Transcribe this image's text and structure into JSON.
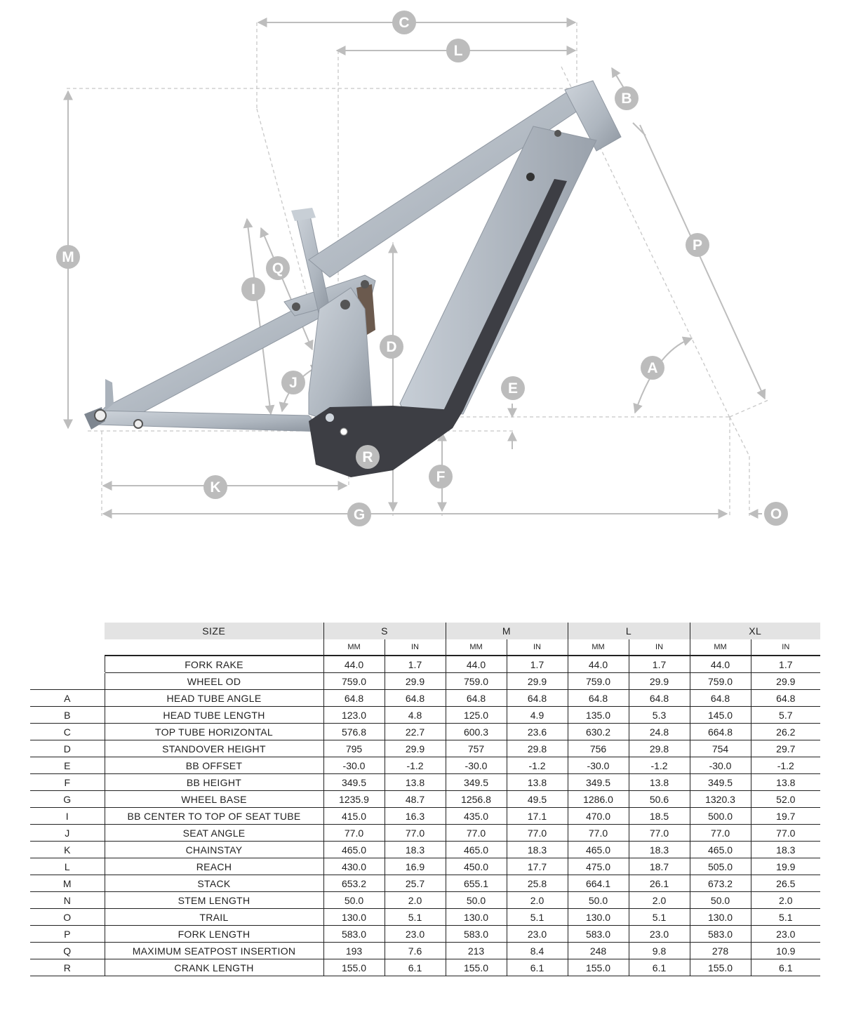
{
  "colors": {
    "frame": "#b7bec6",
    "frame_dark": "#3d3e44",
    "dimension_line": "#bdbdbd",
    "label_circle": "#bcbcbc",
    "table_header_bg": "#e3e3e3"
  },
  "diagram": {
    "labels": {
      "A": "A",
      "B": "B",
      "C": "C",
      "D": "D",
      "E": "E",
      "F": "F",
      "G": "G",
      "I": "I",
      "J": "J",
      "K": "K",
      "L": "L",
      "M": "M",
      "O": "O",
      "P": "P",
      "Q": "Q",
      "R": "R"
    }
  },
  "table": {
    "size_header": "SIZE",
    "sizes": [
      "S",
      "M",
      "L",
      "XL"
    ],
    "unit_mm": "MM",
    "unit_in": "IN",
    "rows": [
      {
        "letter": "",
        "name": "FORK RAKE",
        "values": [
          "44.0",
          "1.7",
          "44.0",
          "1.7",
          "44.0",
          "1.7",
          "44.0",
          "1.7"
        ]
      },
      {
        "letter": "",
        "name": "WHEEL OD",
        "values": [
          "759.0",
          "29.9",
          "759.0",
          "29.9",
          "759.0",
          "29.9",
          "759.0",
          "29.9"
        ]
      },
      {
        "letter": "A",
        "name": "HEAD TUBE ANGLE",
        "values": [
          "64.8",
          "64.8",
          "64.8",
          "64.8",
          "64.8",
          "64.8",
          "64.8",
          "64.8"
        ]
      },
      {
        "letter": "B",
        "name": "HEAD TUBE LENGTH",
        "values": [
          "123.0",
          "4.8",
          "125.0",
          "4.9",
          "135.0",
          "5.3",
          "145.0",
          "5.7"
        ]
      },
      {
        "letter": "C",
        "name": "TOP TUBE HORIZONTAL",
        "values": [
          "576.8",
          "22.7",
          "600.3",
          "23.6",
          "630.2",
          "24.8",
          "664.8",
          "26.2"
        ]
      },
      {
        "letter": "D",
        "name": "STANDOVER HEIGHT",
        "values": [
          "795",
          "29.9",
          "757",
          "29.8",
          "756",
          "29.8",
          "754",
          "29.7"
        ]
      },
      {
        "letter": "E",
        "name": "BB OFFSET",
        "values": [
          "-30.0",
          "-1.2",
          "-30.0",
          "-1.2",
          "-30.0",
          "-1.2",
          "-30.0",
          "-1.2"
        ]
      },
      {
        "letter": "F",
        "name": "BB HEIGHT",
        "values": [
          "349.5",
          "13.8",
          "349.5",
          "13.8",
          "349.5",
          "13.8",
          "349.5",
          "13.8"
        ]
      },
      {
        "letter": "G",
        "name": "WHEEL BASE",
        "values": [
          "1235.9",
          "48.7",
          "1256.8",
          "49.5",
          "1286.0",
          "50.6",
          "1320.3",
          "52.0"
        ]
      },
      {
        "letter": "I",
        "name": "BB CENTER TO TOP OF SEAT TUBE",
        "values": [
          "415.0",
          "16.3",
          "435.0",
          "17.1",
          "470.0",
          "18.5",
          "500.0",
          "19.7"
        ]
      },
      {
        "letter": "J",
        "name": "SEAT ANGLE",
        "values": [
          "77.0",
          "77.0",
          "77.0",
          "77.0",
          "77.0",
          "77.0",
          "77.0",
          "77.0"
        ]
      },
      {
        "letter": "K",
        "name": "CHAINSTAY",
        "values": [
          "465.0",
          "18.3",
          "465.0",
          "18.3",
          "465.0",
          "18.3",
          "465.0",
          "18.3"
        ]
      },
      {
        "letter": "L",
        "name": "REACH",
        "values": [
          "430.0",
          "16.9",
          "450.0",
          "17.7",
          "475.0",
          "18.7",
          "505.0",
          "19.9"
        ]
      },
      {
        "letter": "M",
        "name": "STACK",
        "values": [
          "653.2",
          "25.7",
          "655.1",
          "25.8",
          "664.1",
          "26.1",
          "673.2",
          "26.5"
        ]
      },
      {
        "letter": "N",
        "name": "STEM LENGTH",
        "values": [
          "50.0",
          "2.0",
          "50.0",
          "2.0",
          "50.0",
          "2.0",
          "50.0",
          "2.0"
        ]
      },
      {
        "letter": "O",
        "name": "TRAIL",
        "values": [
          "130.0",
          "5.1",
          "130.0",
          "5.1",
          "130.0",
          "5.1",
          "130.0",
          "5.1"
        ]
      },
      {
        "letter": "P",
        "name": "FORK LENGTH",
        "values": [
          "583.0",
          "23.0",
          "583.0",
          "23.0",
          "583.0",
          "23.0",
          "583.0",
          "23.0"
        ]
      },
      {
        "letter": "Q",
        "name": "MAXIMUM SEATPOST INSERTION",
        "values": [
          "193",
          "7.6",
          "213",
          "8.4",
          "248",
          "9.8",
          "278",
          "10.9"
        ]
      },
      {
        "letter": "R",
        "name": "CRANK LENGTH",
        "values": [
          "155.0",
          "6.1",
          "155.0",
          "6.1",
          "155.0",
          "6.1",
          "155.0",
          "6.1"
        ]
      }
    ]
  }
}
